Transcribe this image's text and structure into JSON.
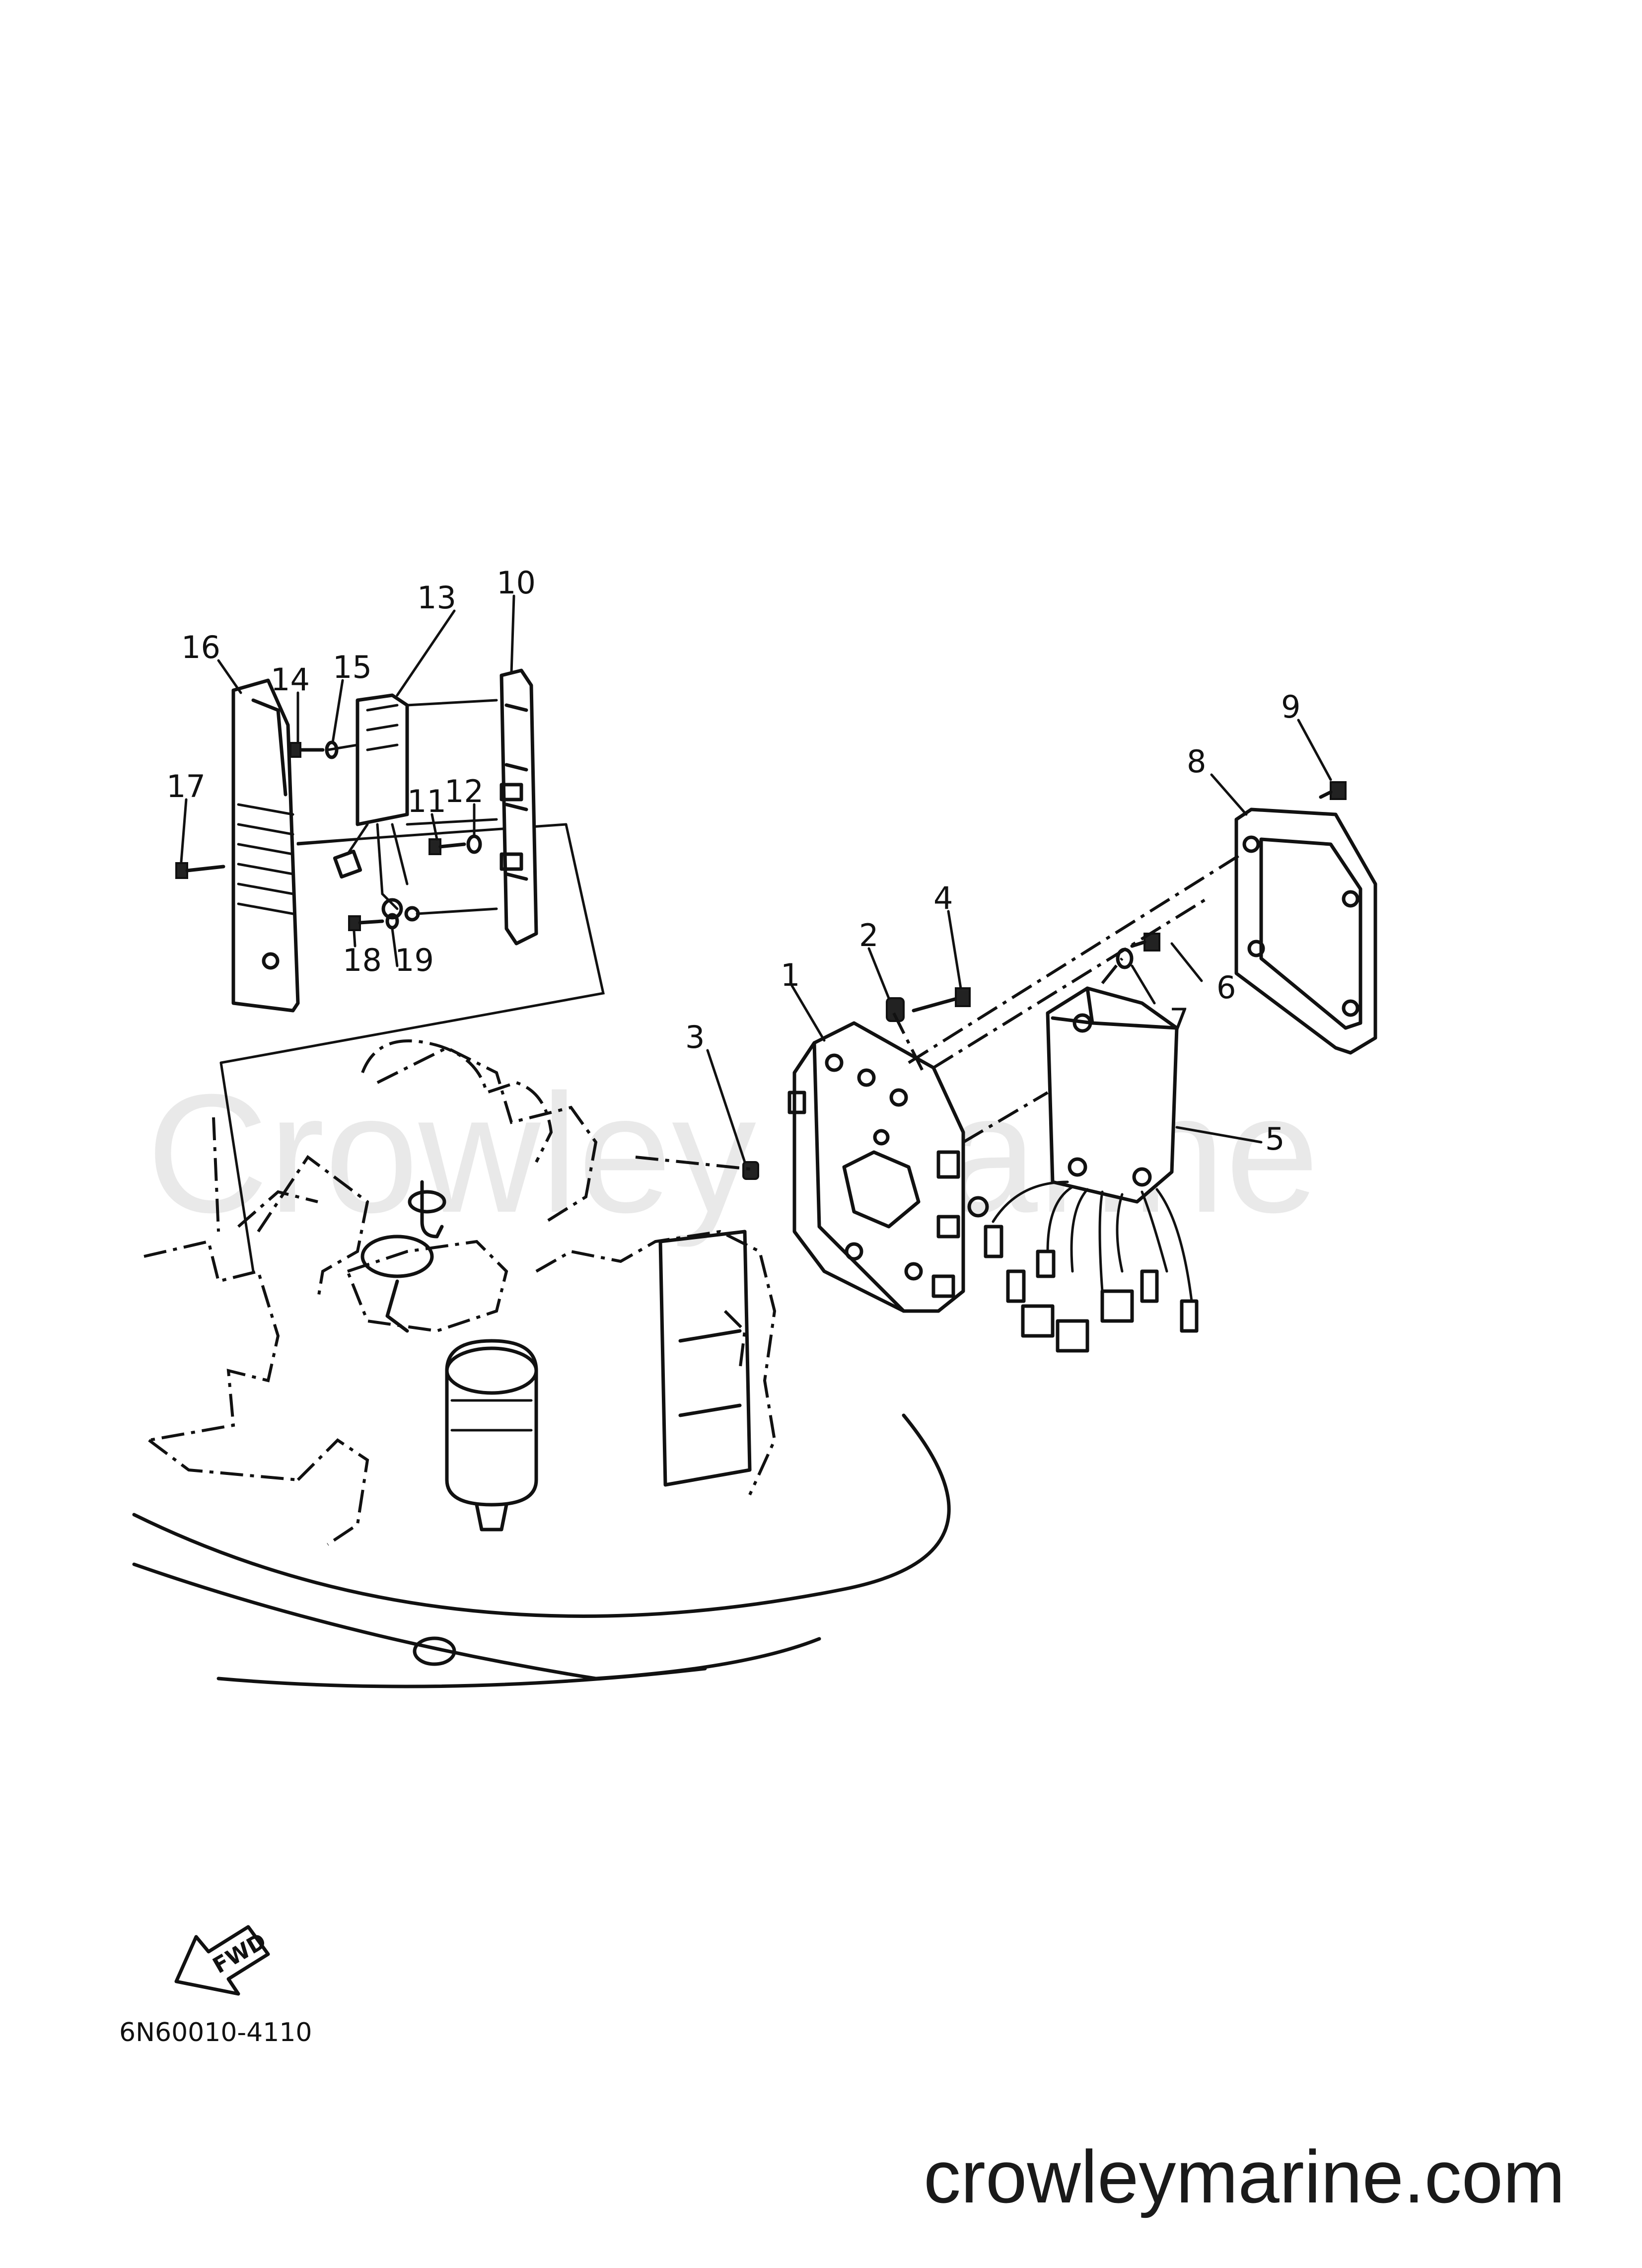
{
  "watermark": "Crowley Marine",
  "diagram_code": "6N60010-4110",
  "website": "crowleymarine.com",
  "fwd_label": "FWD",
  "callouts": [
    "1",
    "2",
    "3",
    "4",
    "5",
    "6",
    "7",
    "8",
    "9",
    "10",
    "11",
    "12",
    "13",
    "14",
    "15",
    "16",
    "17",
    "18",
    "19"
  ]
}
